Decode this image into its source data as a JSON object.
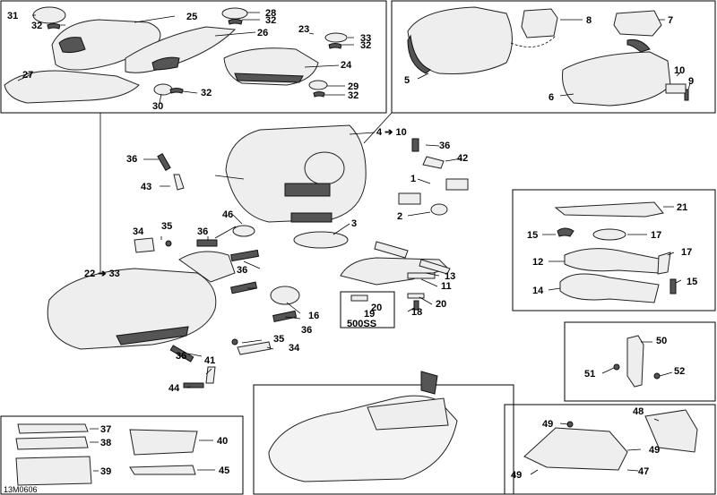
{
  "diagram": {
    "drawing_code": "13M0606",
    "variant_box_label": "500SS",
    "callouts": {
      "c31": "31",
      "c32a": "32",
      "c25": "25",
      "c28": "28",
      "c32b": "32",
      "c26": "26",
      "c23": "23",
      "c33a": "33",
      "c32c": "32",
      "c27": "27",
      "c24": "24",
      "c29": "29",
      "c30": "30",
      "c32d": "32",
      "c32e": "32",
      "c8": "8",
      "c7": "7",
      "c5": "5",
      "c10a": "10",
      "c9": "9",
      "c6": "6",
      "c4to10": "4 ➔ 10",
      "c36a": "36",
      "c42": "42",
      "c36b": "36",
      "c43": "43",
      "c1": "1",
      "c2": "2",
      "c46": "46",
      "c3": "3",
      "c34a": "34",
      "c35a": "35",
      "c36c": "36",
      "c22to33": "22 ➔ 33",
      "c36d": "36",
      "c13": "13",
      "c11": "11",
      "c20a": "20",
      "c19": "19",
      "c20b": "20",
      "c18": "18",
      "c16": "16",
      "c36e": "36",
      "c35b": "35",
      "c34b": "34",
      "c36f": "36",
      "c41": "41",
      "c44": "44",
      "c21": "21",
      "c15a": "15",
      "c17a": "17",
      "c17b": "17",
      "c12": "12",
      "c15b": "15",
      "c14": "14",
      "c50": "50",
      "c51": "51",
      "c52": "52",
      "c49a": "49",
      "c48": "48",
      "c49b": "49",
      "c49c": "49",
      "c47": "47",
      "c37": "37",
      "c38": "38",
      "c40": "40",
      "c39": "39",
      "c45": "45"
    }
  }
}
